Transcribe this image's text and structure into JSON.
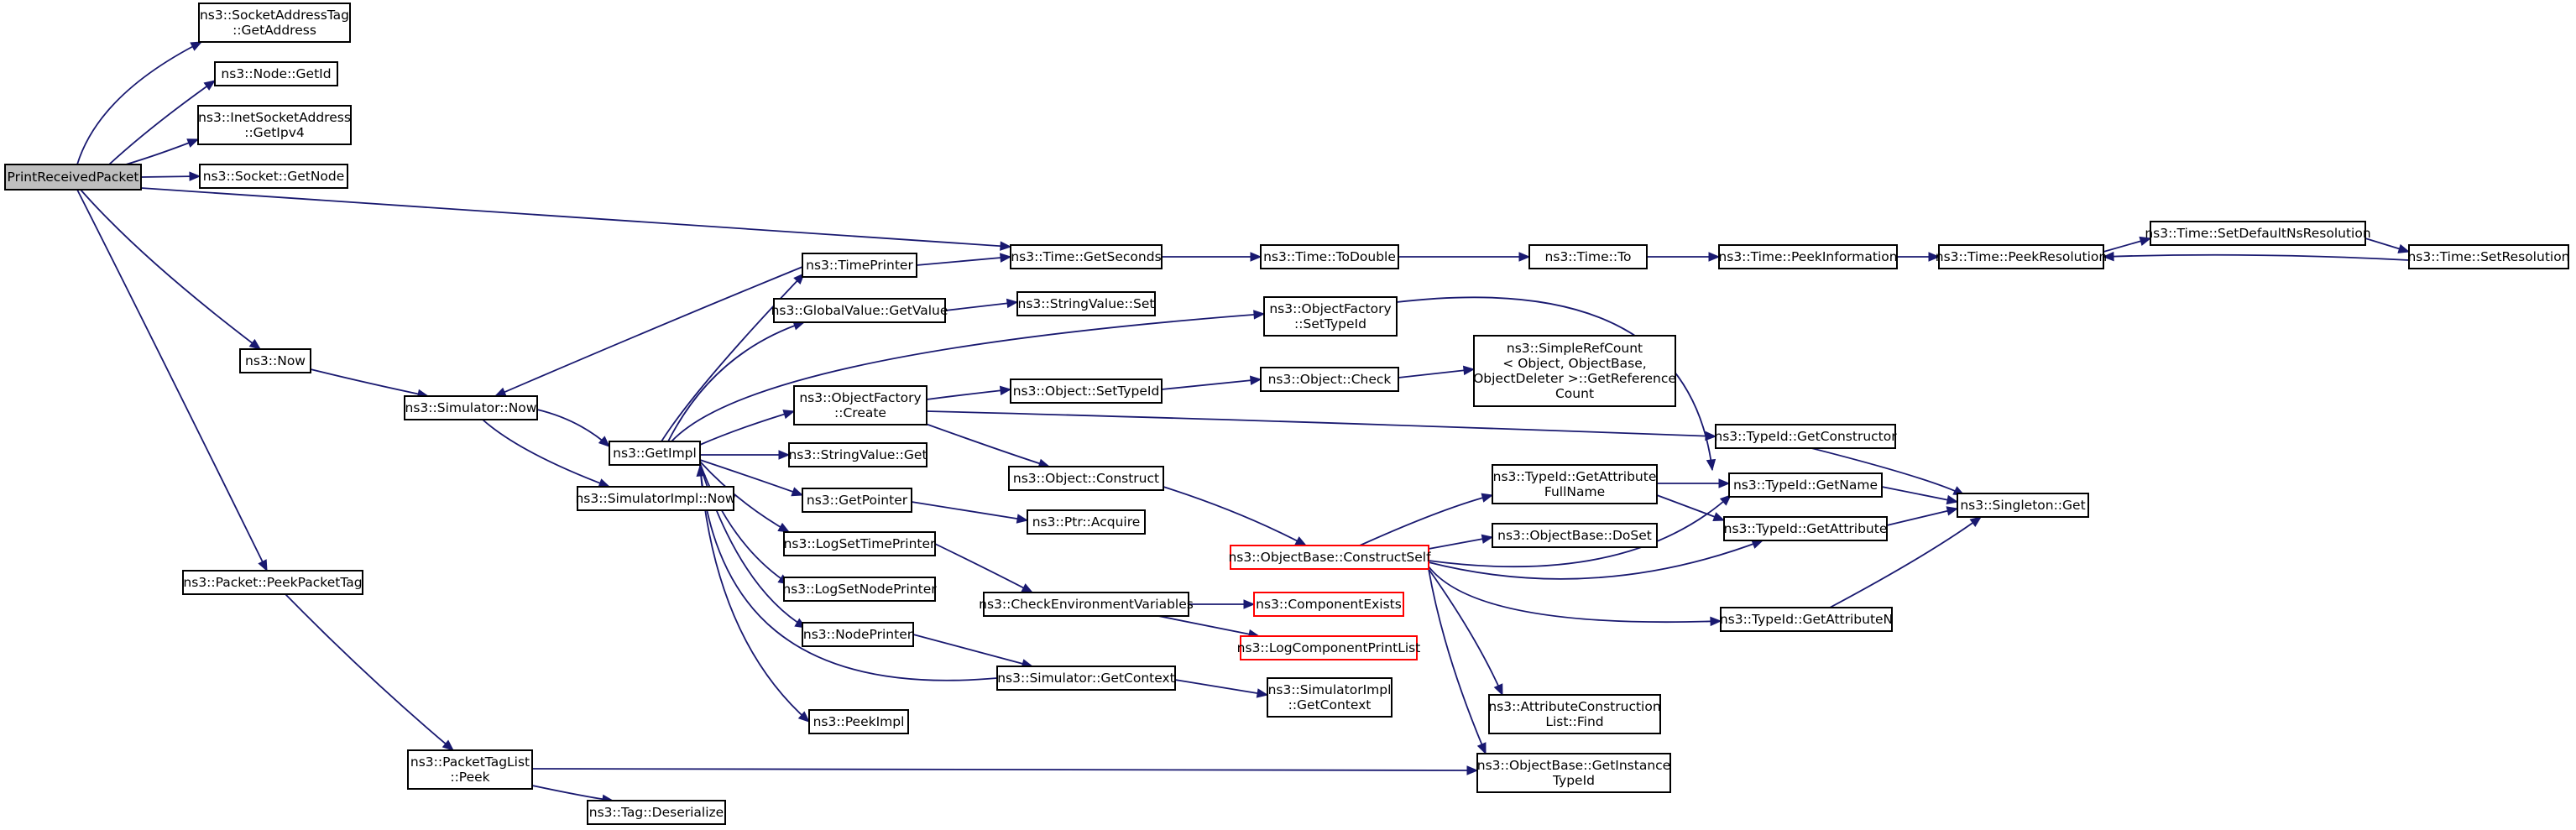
{
  "graph": {
    "nodes": [
      {
        "id": "printreceived",
        "lines": [
          "PrintReceivedPacket"
        ],
        "style": "root"
      },
      {
        "id": "sockaddrtag",
        "lines": [
          "ns3::SocketAddressTag",
          "::GetAddress"
        ]
      },
      {
        "id": "nodegetid",
        "lines": [
          "ns3::Node::GetId"
        ]
      },
      {
        "id": "inetsock",
        "lines": [
          "ns3::InetSocketAddress",
          "::GetIpv4"
        ]
      },
      {
        "id": "sockgetnode",
        "lines": [
          "ns3::Socket::GetNode"
        ]
      },
      {
        "id": "now",
        "lines": [
          "ns3::Now"
        ]
      },
      {
        "id": "simnow",
        "lines": [
          "ns3::Simulator::Now"
        ]
      },
      {
        "id": "simimplnow",
        "lines": [
          "ns3::SimulatorImpl::Now"
        ]
      },
      {
        "id": "getimpl",
        "lines": [
          "ns3::GetImpl"
        ]
      },
      {
        "id": "timeprinter",
        "lines": [
          "ns3::TimePrinter"
        ]
      },
      {
        "id": "globalvalue",
        "lines": [
          "ns3::GlobalValue::GetValue"
        ]
      },
      {
        "id": "objfactcreate",
        "lines": [
          "ns3::ObjectFactory",
          "::Create"
        ]
      },
      {
        "id": "strvalget",
        "lines": [
          "ns3::StringValue::Get"
        ]
      },
      {
        "id": "getpointer",
        "lines": [
          "ns3::GetPointer"
        ]
      },
      {
        "id": "logsettime",
        "lines": [
          "ns3::LogSetTimePrinter"
        ]
      },
      {
        "id": "logsetnode",
        "lines": [
          "ns3::LogSetNodePrinter"
        ]
      },
      {
        "id": "nodeprinter",
        "lines": [
          "ns3::NodePrinter"
        ]
      },
      {
        "id": "peekimpl",
        "lines": [
          "ns3::PeekImpl"
        ]
      },
      {
        "id": "timegetsec",
        "lines": [
          "ns3::Time::GetSeconds"
        ]
      },
      {
        "id": "strvalset",
        "lines": [
          "ns3::StringValue::Set"
        ]
      },
      {
        "id": "objsettypeid",
        "lines": [
          "ns3::Object::SetTypeId"
        ]
      },
      {
        "id": "objconstruct",
        "lines": [
          "ns3::Object::Construct"
        ]
      },
      {
        "id": "ptracquire",
        "lines": [
          "ns3::Ptr::Acquire"
        ]
      },
      {
        "id": "checkenv",
        "lines": [
          "ns3::CheckEnvironmentVariables"
        ]
      },
      {
        "id": "simgetctx",
        "lines": [
          "ns3::Simulator::GetContext"
        ]
      },
      {
        "id": "timetodouble",
        "lines": [
          "ns3::Time::ToDouble"
        ]
      },
      {
        "id": "objfactsettype",
        "lines": [
          "ns3::ObjectFactory",
          "::SetTypeId"
        ]
      },
      {
        "id": "objcheck",
        "lines": [
          "ns3::Object::Check"
        ]
      },
      {
        "id": "simimplctx",
        "lines": [
          "ns3::SimulatorImpl",
          "::GetContext"
        ]
      },
      {
        "id": "timeto",
        "lines": [
          "ns3::Time::To"
        ]
      },
      {
        "id": "simplerefcount",
        "lines": [
          "ns3::SimpleRefCount",
          "< Object, ObjectBase,",
          "ObjectDeleter >::GetReference",
          "Count"
        ]
      },
      {
        "id": "constructself",
        "lines": [
          "ns3::ObjectBase::ConstructSelf"
        ],
        "style": "red"
      },
      {
        "id": "compexists",
        "lines": [
          "ns3::ComponentExists"
        ],
        "style": "red"
      },
      {
        "id": "logcompprint",
        "lines": [
          "ns3::LogComponentPrintList"
        ],
        "style": "red"
      },
      {
        "id": "typeidattrfull",
        "lines": [
          "ns3::TypeId::GetAttribute",
          "FullName"
        ]
      },
      {
        "id": "objbasedoset",
        "lines": [
          "ns3::ObjectBase::DoSet"
        ]
      },
      {
        "id": "attrconsfind",
        "lines": [
          "ns3::AttributeConstruction",
          "List::Find"
        ]
      },
      {
        "id": "getinstancetype",
        "lines": [
          "ns3::ObjectBase::GetInstance",
          "TypeId"
        ]
      },
      {
        "id": "timepeekinfo",
        "lines": [
          "ns3::Time::PeekInformation"
        ]
      },
      {
        "id": "typeidgetcons",
        "lines": [
          "ns3::TypeId::GetConstructor"
        ]
      },
      {
        "id": "typeidgetname",
        "lines": [
          "ns3::TypeId::GetName"
        ]
      },
      {
        "id": "typeidgetattr",
        "lines": [
          "ns3::TypeId::GetAttribute"
        ]
      },
      {
        "id": "typeidgetattrn",
        "lines": [
          "ns3::TypeId::GetAttributeN"
        ]
      },
      {
        "id": "timepeekres",
        "lines": [
          "ns3::Time::PeekResolution"
        ]
      },
      {
        "id": "singletonget",
        "lines": [
          "ns3::Singleton::Get"
        ]
      },
      {
        "id": "timesetdefns",
        "lines": [
          "ns3::Time::SetDefaultNsResolution"
        ]
      },
      {
        "id": "timesetres",
        "lines": [
          "ns3::Time::SetResolution"
        ]
      },
      {
        "id": "peekpackettag",
        "lines": [
          "ns3::Packet::PeekPacketTag"
        ]
      },
      {
        "id": "packettaglistpeek",
        "lines": [
          "ns3::PacketTagList",
          "::Peek"
        ]
      },
      {
        "id": "tagdeserialize",
        "lines": [
          "ns3::Tag::Deserialize"
        ]
      }
    ]
  },
  "colors": {
    "edge": "#191970",
    "root_fill": "#bfbfbf",
    "highlight_border": "#ff0000"
  }
}
